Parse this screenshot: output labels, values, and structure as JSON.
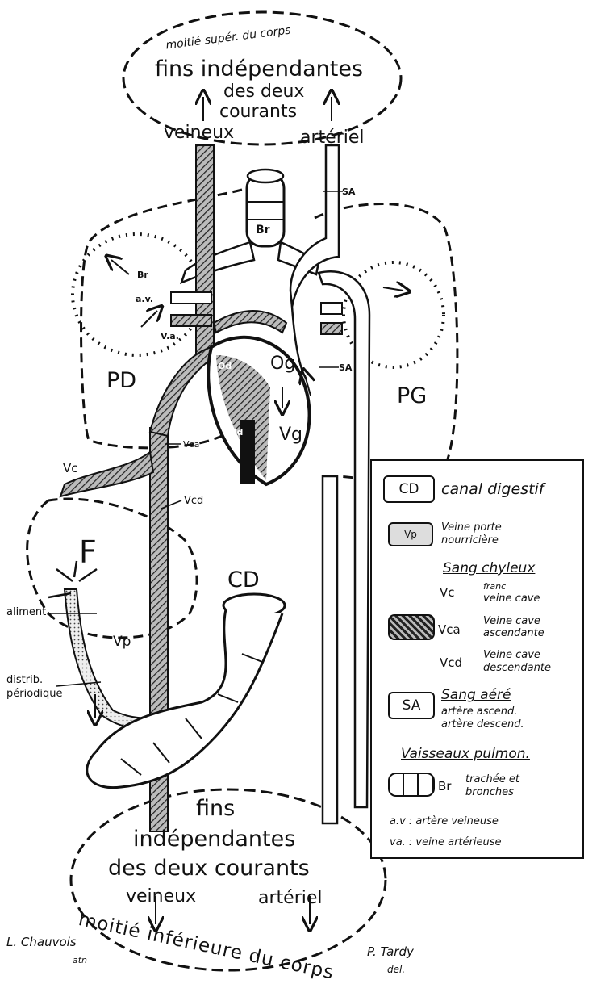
{
  "top": {
    "body_half": "moitié supér. du corps",
    "line1": "fins indépendantes",
    "line2": "des deux",
    "line3": "courants",
    "veneux": "veineux",
    "arteriel": "artériel"
  },
  "bottom": {
    "line1": "fins",
    "line2": "indépendantes",
    "line3": "des deux courants",
    "veneux": "veineux",
    "arteriel": "artériel",
    "body_half": "moitié inférieure du corps"
  },
  "labels": {
    "PD": "PD",
    "PG": "PG",
    "F": "F",
    "CD": "CD",
    "Og": "Og",
    "Vg": "Vg",
    "Od": "Od",
    "Vd": "Vd",
    "Vc": "Vc",
    "Vca": "Vca",
    "Vcd": "Vcd",
    "Vp": "Vp",
    "Br": "Br",
    "Br_lung": "Br",
    "av": "a.v.",
    "va": "V.a.",
    "SA_top": "SA",
    "SA_mid": "SA",
    "aliment": "aliment.",
    "distrib1": "distrib.",
    "distrib2": "périodique"
  },
  "signatures": {
    "left1": "L. Chauvois",
    "left2": "atn",
    "right1": "P. Tardy",
    "right2": "del."
  },
  "legend": {
    "cd_box": "CD",
    "cd_label": "canal digestif",
    "vp_box": "Vp",
    "vp_label1": "Veine porte",
    "vp_label2": "nourricière",
    "chyleux_title": "Sang chyleux",
    "vc_abbr": "Vc",
    "vc_label1": "franc",
    "vc_label2": "veine cave",
    "vca_abbr": "Vca",
    "vca_label1": "Veine cave",
    "vca_label2": "ascendante",
    "vcd_abbr": "Vcd",
    "vcd_label1": "Veine cave",
    "vcd_label2": "descendante",
    "sa_box": "SA",
    "aere_title": "Sang aéré",
    "aere_label1": "artère ascend.",
    "aere_label2": "artère descend.",
    "pulmon_title": "Vaisseaux pulmon.",
    "br_abbr": "Br",
    "br_label1": "trachée et",
    "br_label2": "bronches",
    "av_line": "a.v : artère veineuse",
    "va_line": "va. : veine artérieuse"
  }
}
